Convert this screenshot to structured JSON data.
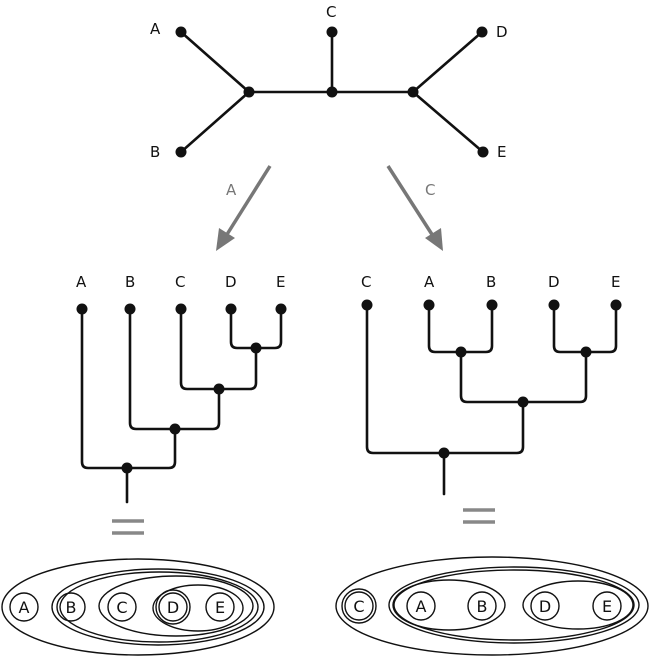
{
  "unrooted_tree": {
    "tips": [
      "A",
      "B",
      "C",
      "D",
      "E"
    ],
    "topology": "((A,B),C,(D,E))"
  },
  "arrows": [
    {
      "label": "A",
      "meaning": "root at A"
    },
    {
      "label": "C",
      "meaning": "root at C"
    }
  ],
  "rooted_trees": [
    {
      "tips": [
        "A",
        "B",
        "C",
        "D",
        "E"
      ],
      "topology": "(A,(B,(C,(D,E))))",
      "equals": "="
    },
    {
      "tips": [
        "C",
        "A",
        "B",
        "D",
        "E"
      ],
      "topology": "(C,((A,B),(D,E)))",
      "equals": "="
    }
  ],
  "nested_sets": [
    {
      "circles": [
        "A",
        "B",
        "C",
        "D",
        "E"
      ]
    },
    {
      "circles": [
        "C",
        "A",
        "B",
        "D",
        "E"
      ]
    }
  ]
}
